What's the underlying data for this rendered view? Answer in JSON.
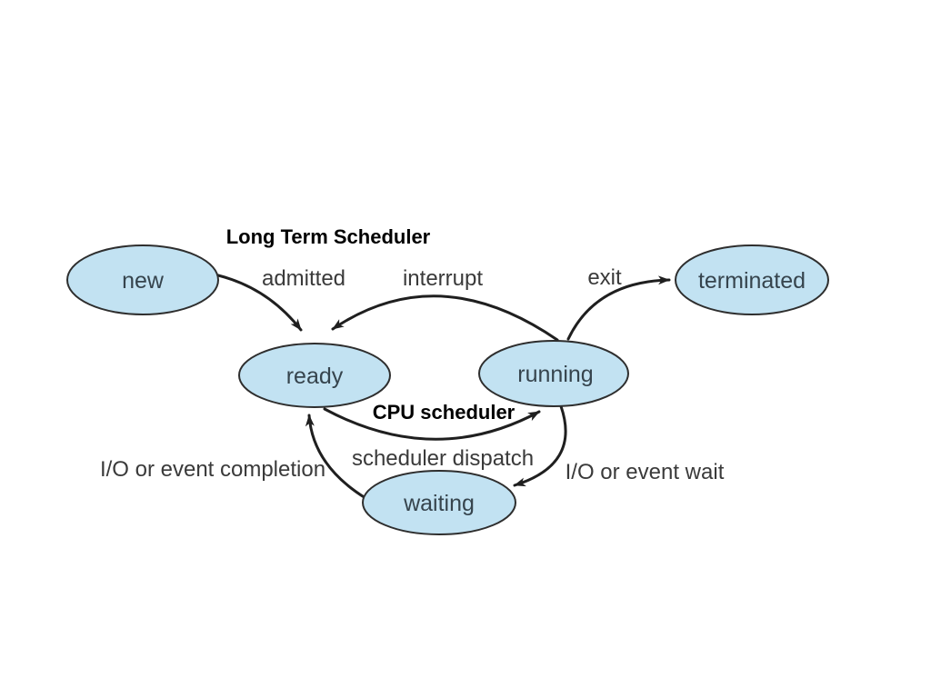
{
  "diagram": {
    "type": "state-diagram",
    "annotations": {
      "long_term_scheduler": "Long Term Scheduler",
      "cpu_scheduler": "CPU scheduler"
    },
    "states": [
      {
        "id": "new",
        "label": "new"
      },
      {
        "id": "ready",
        "label": "ready"
      },
      {
        "id": "running",
        "label": "running"
      },
      {
        "id": "waiting",
        "label": "waiting"
      },
      {
        "id": "terminated",
        "label": "terminated"
      }
    ],
    "transitions": [
      {
        "from": "new",
        "to": "ready",
        "label": "admitted"
      },
      {
        "from": "running",
        "to": "ready",
        "label": "interrupt"
      },
      {
        "from": "running",
        "to": "terminated",
        "label": "exit"
      },
      {
        "from": "ready",
        "to": "running",
        "label": "scheduler dispatch"
      },
      {
        "from": "running",
        "to": "waiting",
        "label": "I/O or event wait"
      },
      {
        "from": "waiting",
        "to": "ready",
        "label": "I/O or event completion"
      }
    ],
    "colors": {
      "background": "#ffffff",
      "state_fill": "#c2e2f2",
      "state_stroke": "#2e2e2e",
      "state_text": "#36444d",
      "arrow": "#1f1f1f",
      "edge_label_text": "#3a3a3a",
      "annotation_text": "#000000"
    }
  }
}
